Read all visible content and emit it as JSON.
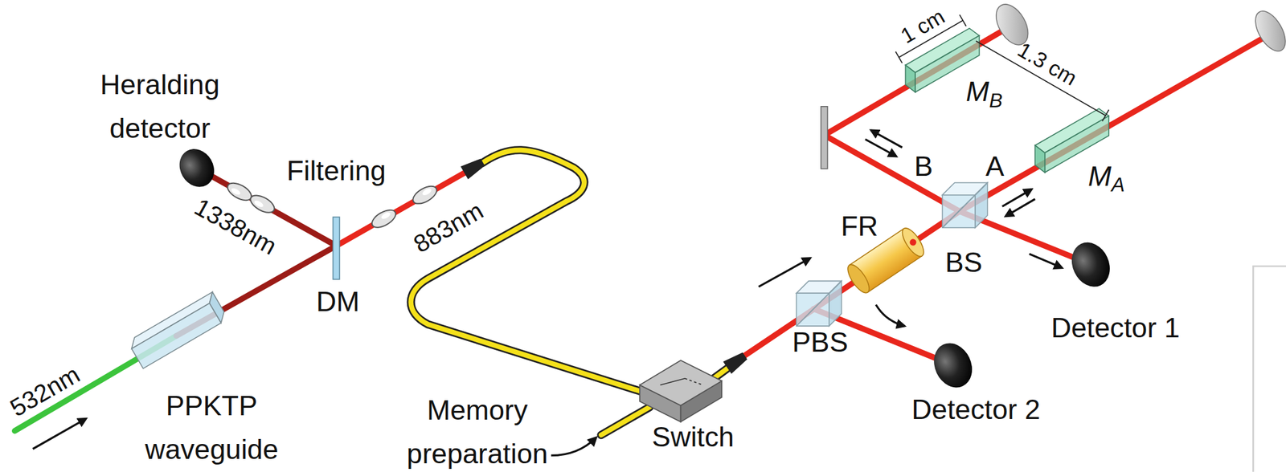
{
  "diagram": {
    "labels": [
      "Heralding detector",
      "Filtering",
      "1338nm",
      "883nm",
      "DM",
      "532nm",
      "PPKTP waveguide",
      "Memory preparation",
      "Switch",
      "PBS",
      "FR",
      "Detector 2",
      "BS",
      "Detector 1",
      "B",
      "A",
      "MB",
      "MA",
      "1 cm",
      "1.3 cm"
    ]
  }
}
